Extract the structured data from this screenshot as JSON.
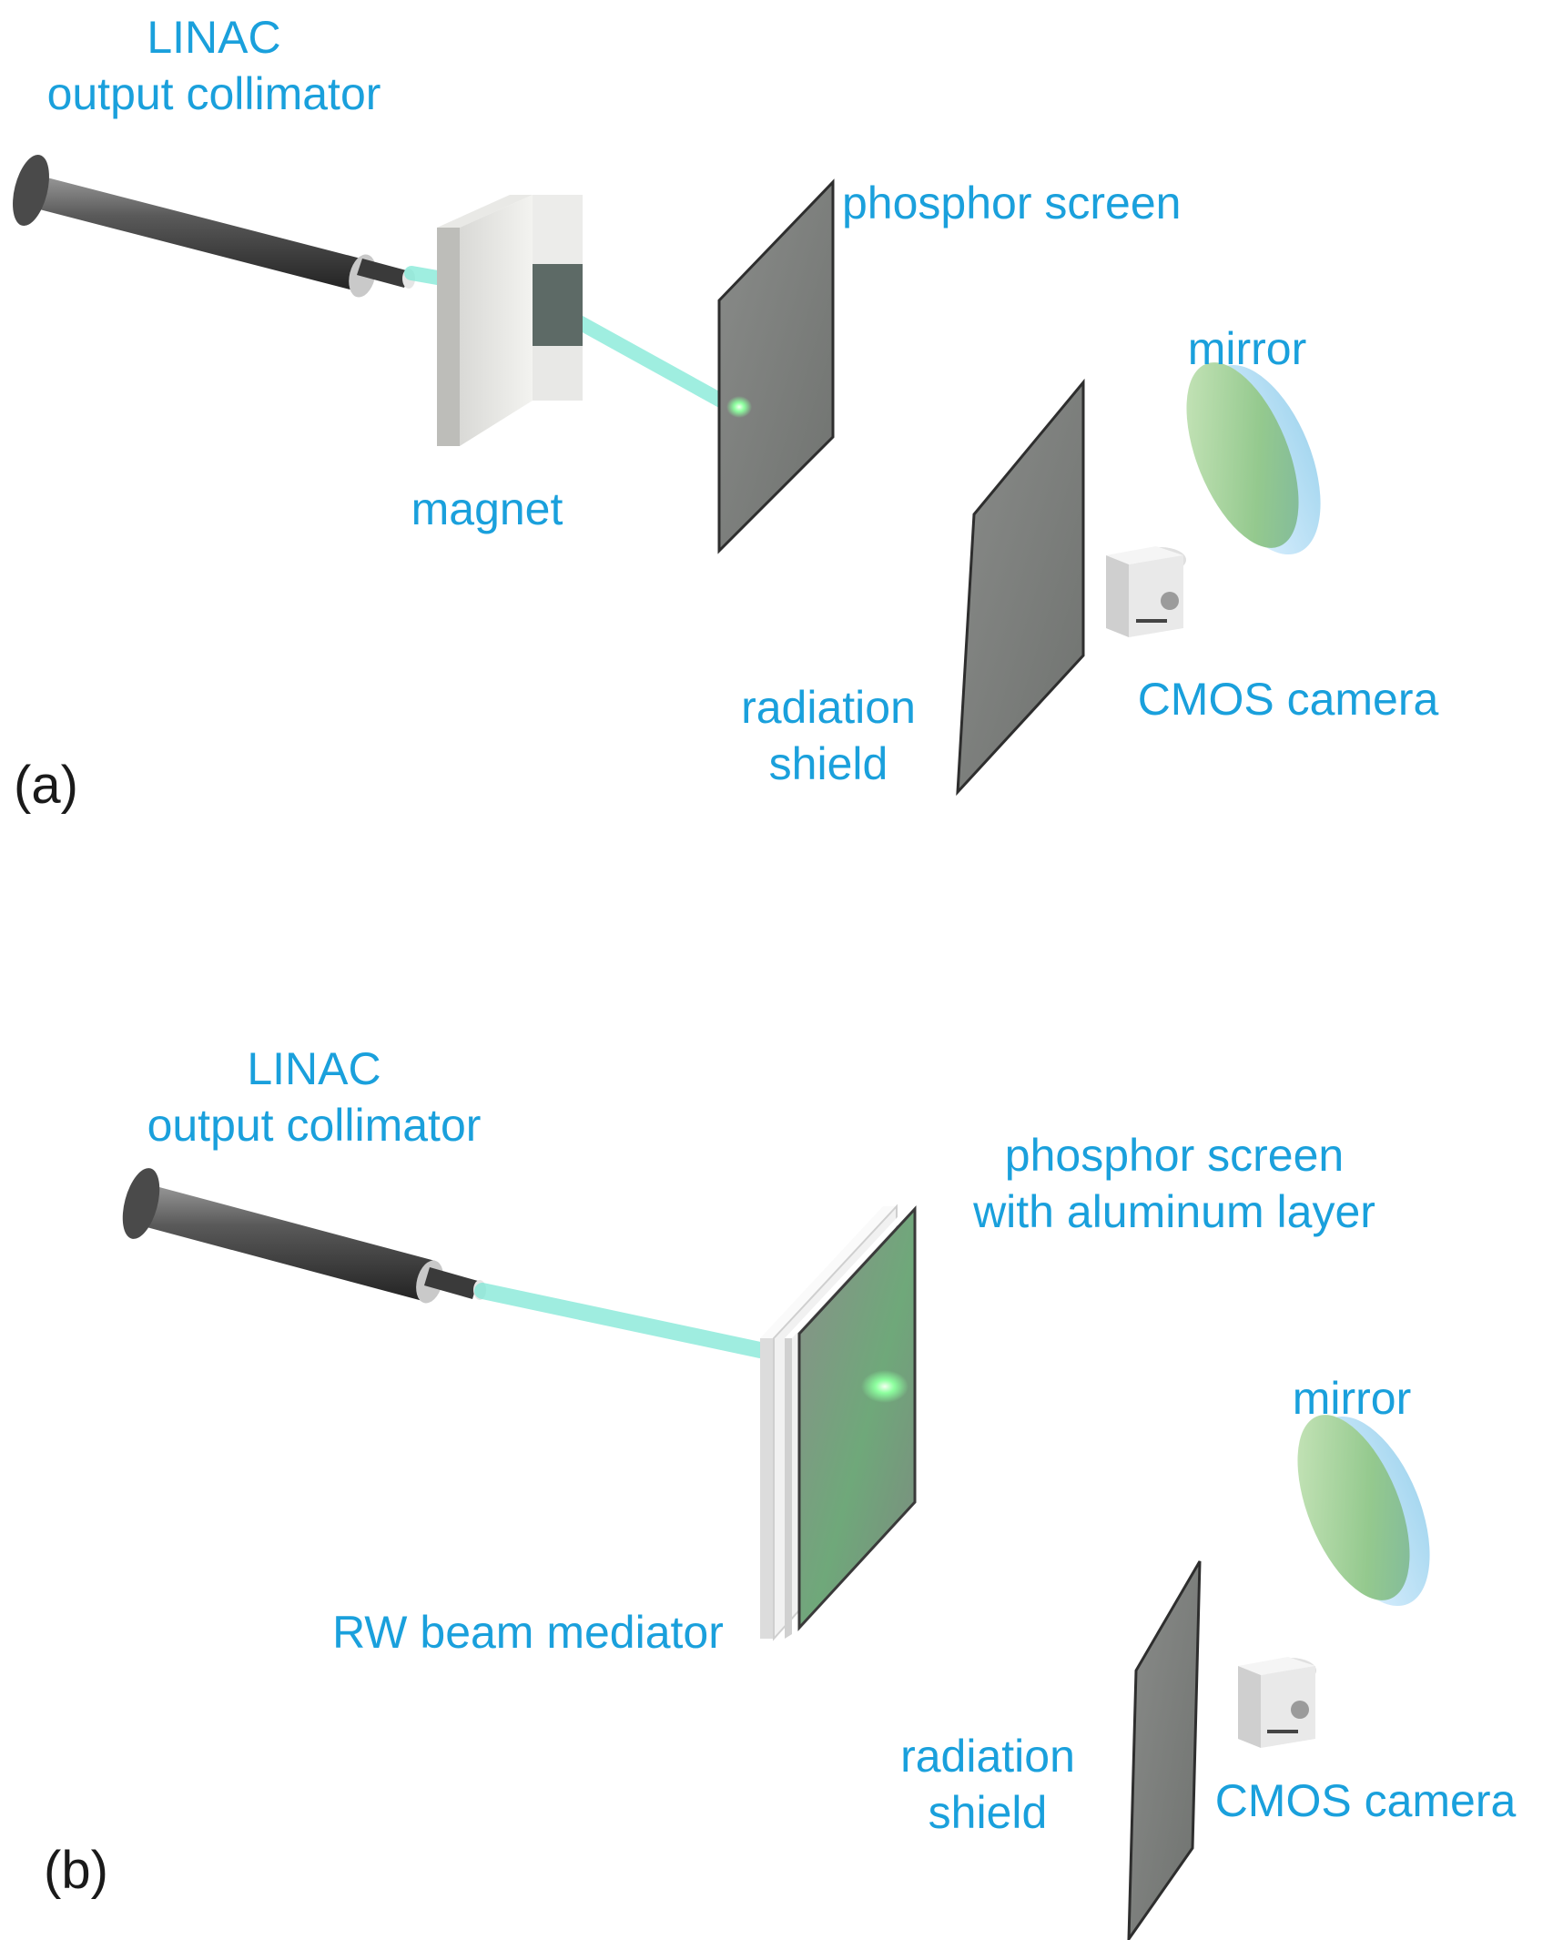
{
  "panel_a": {
    "tag": "(a)",
    "labels": {
      "linac": [
        "LINAC",
        "output collimator"
      ],
      "phosphor": [
        "phosphor screen"
      ],
      "mirror": [
        "mirror"
      ],
      "magnet": [
        "magnet"
      ],
      "shield": [
        "radiation",
        "shield"
      ],
      "camera": [
        "CMOS camera"
      ]
    }
  },
  "panel_b": {
    "tag": "(b)",
    "labels": {
      "linac": [
        "LINAC",
        "output collimator"
      ],
      "phosphor": [
        "phosphor screen",
        "with aluminum layer"
      ],
      "mirror": [
        "mirror"
      ],
      "mediator": [
        "RW beam mediator"
      ],
      "shield": [
        "radiation",
        "shield"
      ],
      "camera": [
        "CMOS camera"
      ]
    }
  },
  "colors": {
    "label": "#1aa0dc",
    "beam": "#6fe8d8",
    "phosphor_glow": "#7dff9a"
  }
}
